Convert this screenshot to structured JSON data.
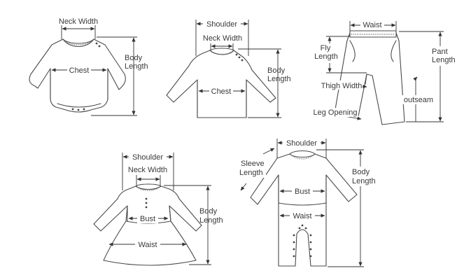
{
  "diagrams": {
    "bodysuit": {
      "neck_width": "Neck Width",
      "chest": "Chest",
      "body_length_1": "Body",
      "body_length_2": "Length"
    },
    "long_sleeve_top": {
      "shoulder": "Shoulder",
      "neck_width": "Neck Width",
      "chest": "Chest",
      "body_length_1": "Body",
      "body_length_2": "Length"
    },
    "pants": {
      "waist": "Waist",
      "fly_length_1": "Fly",
      "fly_length_2": "Length",
      "pant_length_1": "Pant",
      "pant_length_2": "Length",
      "thigh_width": "Thigh Width",
      "outseam": "outseam",
      "leg_opening": "Leg Opening"
    },
    "dress": {
      "shoulder": "Shoulder",
      "neck_width": "Neck Width",
      "bust": "Bust",
      "waist": "Waist",
      "body_length_1": "Body",
      "body_length_2": "Length"
    },
    "romper": {
      "shoulder": "Shoulder",
      "sleeve_length_1": "Sleeve",
      "sleeve_length_2": "Length",
      "bust": "Bust",
      "waist": "Waist",
      "body_length_1": "Body",
      "body_length_2": "Length"
    }
  }
}
